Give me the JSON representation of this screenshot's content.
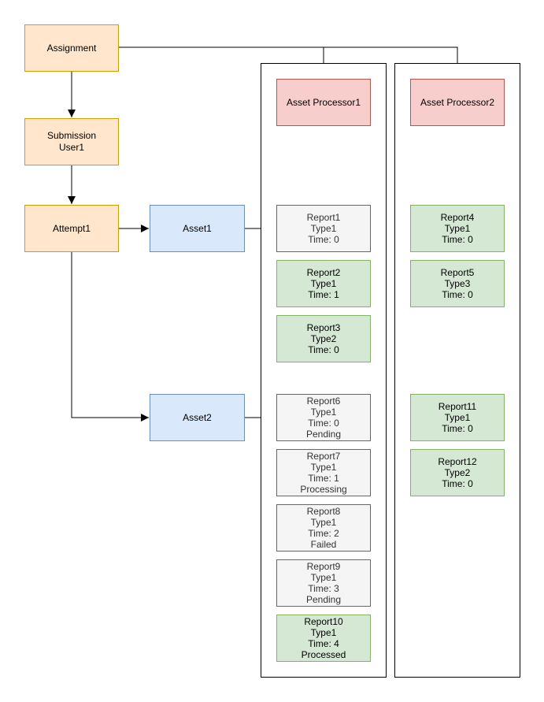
{
  "nodes": {
    "assignment": {
      "label": "Assignment"
    },
    "submission_user1": {
      "label": "Submission\nUser1"
    },
    "attempt1": {
      "label": "Attempt1"
    },
    "asset1": {
      "label": "Asset1"
    },
    "asset2": {
      "label": "Asset2"
    },
    "asset_processor1": {
      "label": "Asset Processor1"
    },
    "asset_processor2": {
      "label": "Asset Processor2"
    }
  },
  "reports": {
    "r1": {
      "name": "Report1",
      "type": "Type1",
      "time": "Time: 0",
      "status": "",
      "state": "gray"
    },
    "r2": {
      "name": "Report2",
      "type": "Type1",
      "time": "Time: 1",
      "status": "",
      "state": "green"
    },
    "r3": {
      "name": "Report3",
      "type": "Type2",
      "time": "Time: 0",
      "status": "",
      "state": "green"
    },
    "r4": {
      "name": "Report4",
      "type": "Type1",
      "time": "Time: 0",
      "status": "",
      "state": "green"
    },
    "r5": {
      "name": "Report5",
      "type": "Type3",
      "time": "Time: 0",
      "status": "",
      "state": "green"
    },
    "r6": {
      "name": "Report6",
      "type": "Type1",
      "time": "Time: 0",
      "status": "Pending",
      "state": "gray"
    },
    "r7": {
      "name": "Report7",
      "type": "Type1",
      "time": "Time: 1",
      "status": "Processing",
      "state": "gray"
    },
    "r8": {
      "name": "Report8",
      "type": "Type1",
      "time": "Time: 2",
      "status": "Failed",
      "state": "gray"
    },
    "r9": {
      "name": "Report9",
      "type": "Type1",
      "time": "Time: 3",
      "status": "Pending",
      "state": "gray"
    },
    "r10": {
      "name": "Report10",
      "type": "Type1",
      "time": "Time: 4",
      "status": "Processed",
      "state": "green"
    },
    "r11": {
      "name": "Report11",
      "type": "Type1",
      "time": "Time: 0",
      "status": "",
      "state": "green"
    },
    "r12": {
      "name": "Report12",
      "type": "Type2",
      "time": "Time: 0",
      "status": "",
      "state": "green"
    }
  },
  "colors": {
    "orange_fill": "#ffe6cc",
    "orange_stroke": "#d79b00",
    "blue_fill": "#dae8fc",
    "blue_stroke": "#6c8ebf",
    "red_fill": "#f8cecc",
    "red_stroke": "#b85450",
    "green_fill": "#d5e8d4",
    "green_stroke": "#82b366",
    "gray_fill": "#f5f5f5",
    "gray_stroke": "#666666",
    "gray_text": "#333333",
    "edge": "#000000"
  }
}
